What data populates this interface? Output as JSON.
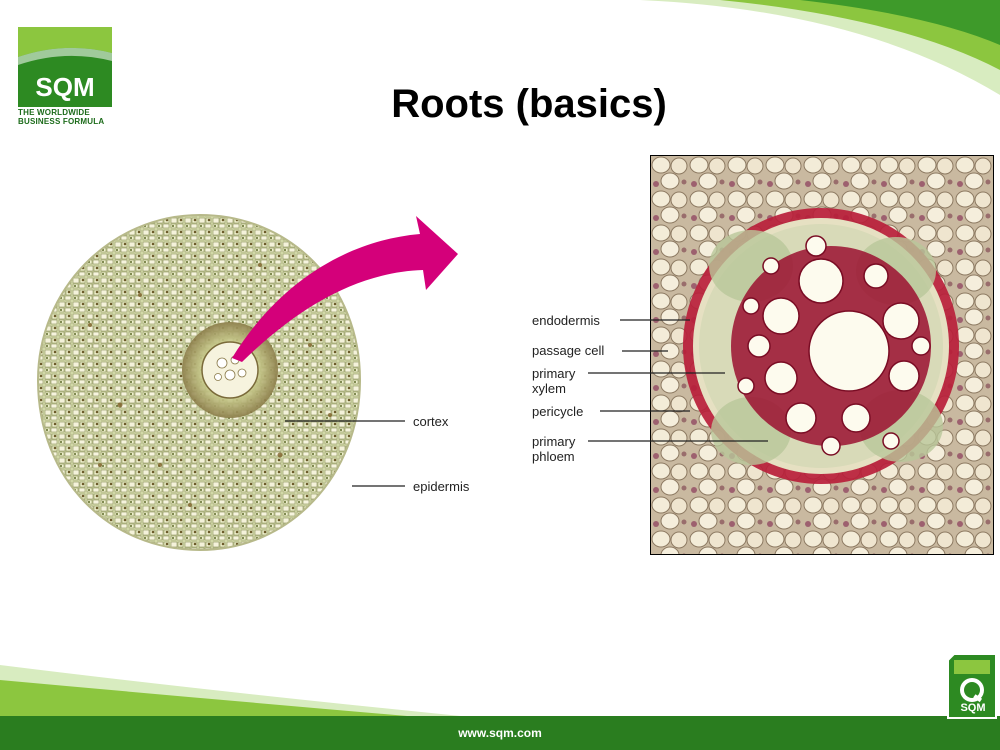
{
  "slide": {
    "title": "Roots (basics)",
    "footer_url": "www.sqm.com"
  },
  "logo": {
    "brand": "SQM",
    "tagline_line1": "THE WORLDWIDE",
    "tagline_line2": "BUSINESS FORMULA"
  },
  "corner_logo": {
    "brand": "SQM"
  },
  "left_figure": {
    "labels": {
      "cortex": "cortex",
      "epidermis": "epidermis"
    }
  },
  "right_figure": {
    "labels": {
      "endodermis": "endodermis",
      "passage_cell": "passage cell",
      "primary_xylem_1": "primary",
      "primary_xylem_2": "xylem",
      "pericycle": "pericycle",
      "primary_phloem_1": "primary",
      "primary_phloem_2": "phloem"
    }
  },
  "colors": {
    "brand_green": "#1e7a1e",
    "light_green": "#8cc63f",
    "arrow_magenta": "#d4007a",
    "xylem_red": "#9b1030"
  }
}
